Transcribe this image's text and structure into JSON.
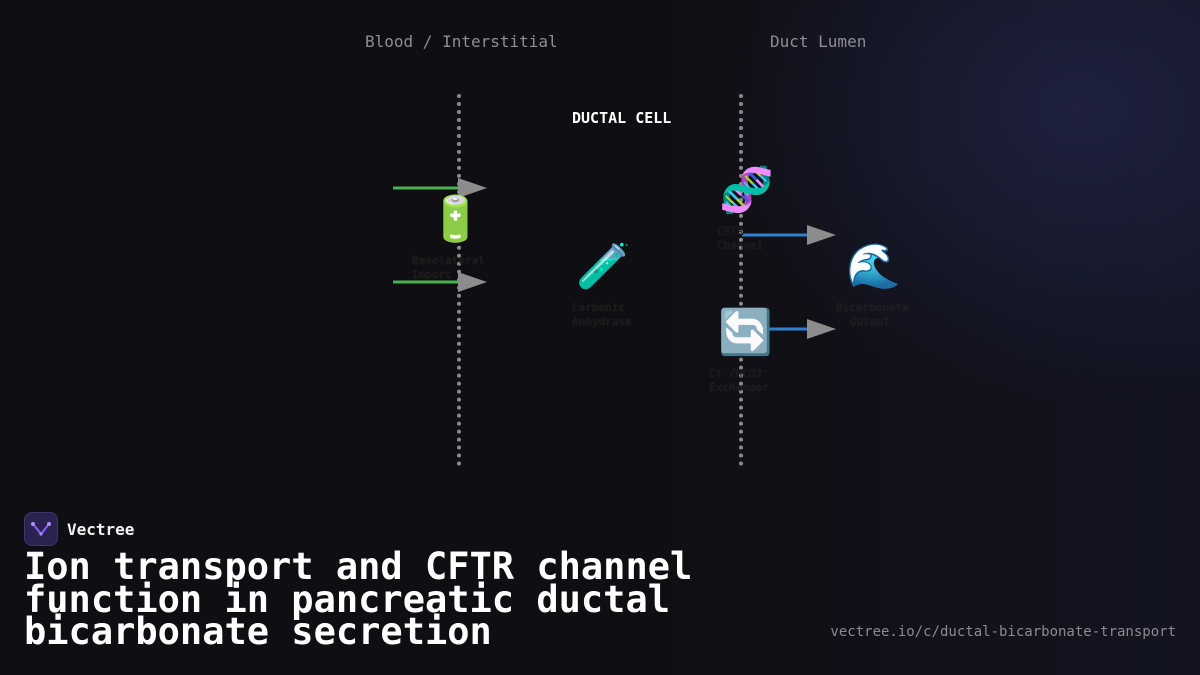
{
  "zones": {
    "blood": "Blood / Interstitial",
    "lumen": "Duct Lumen"
  },
  "cell_title": "DUCTAL CELL",
  "nodes": {
    "basolateral": {
      "icon": "battery-icon",
      "glyph": "🔋",
      "line1": "Basolateral",
      "line2": "Import"
    },
    "carbonic": {
      "icon": "test-tube-icon",
      "glyph": "🧪",
      "line1": "Carbonic",
      "line2": "Anhydrase"
    },
    "cftr": {
      "icon": "dna-icon",
      "glyph": "🧬",
      "line1": "CFTR",
      "line2": "Channel"
    },
    "exchanger": {
      "icon": "cycle-arrows-icon",
      "glyph": "🔄",
      "line1": "Cl⁻/HCO3⁻",
      "line2": "Exchanger"
    },
    "output": {
      "icon": "wave-icon",
      "glyph": "🌊",
      "line1": "Bicarbonate",
      "line2": "Output"
    }
  },
  "arrow_colors": {
    "import": "#4caf50",
    "secretion": "#2f80d0",
    "head": "#8c8c8c"
  },
  "brand": {
    "name": "Vectree",
    "logo_icon": "vectree-logo-icon",
    "accent": "#8a5cf6"
  },
  "headline": "Ion transport and CFTR channel function in pancreatic ductal bicarbonate secretion",
  "footer_url": "vectree.io/c/ductal-bicarbonate-transport"
}
